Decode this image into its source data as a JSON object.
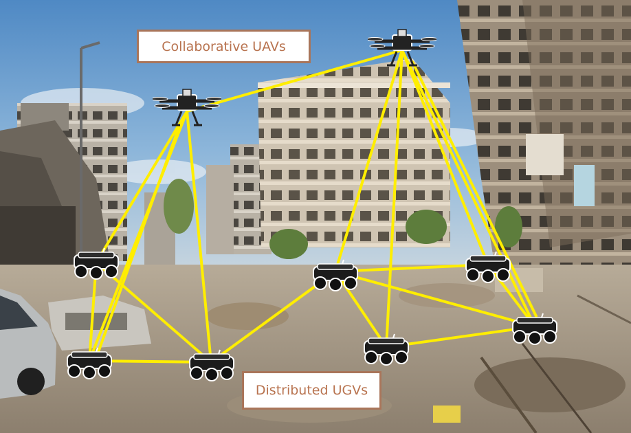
{
  "labels": {
    "uav_group": "Collaborative UAVs",
    "ugv_group": "Distributed UGVs"
  },
  "network": {
    "link_color": "#ffee00",
    "node_types": [
      "uav",
      "ugv"
    ]
  }
}
